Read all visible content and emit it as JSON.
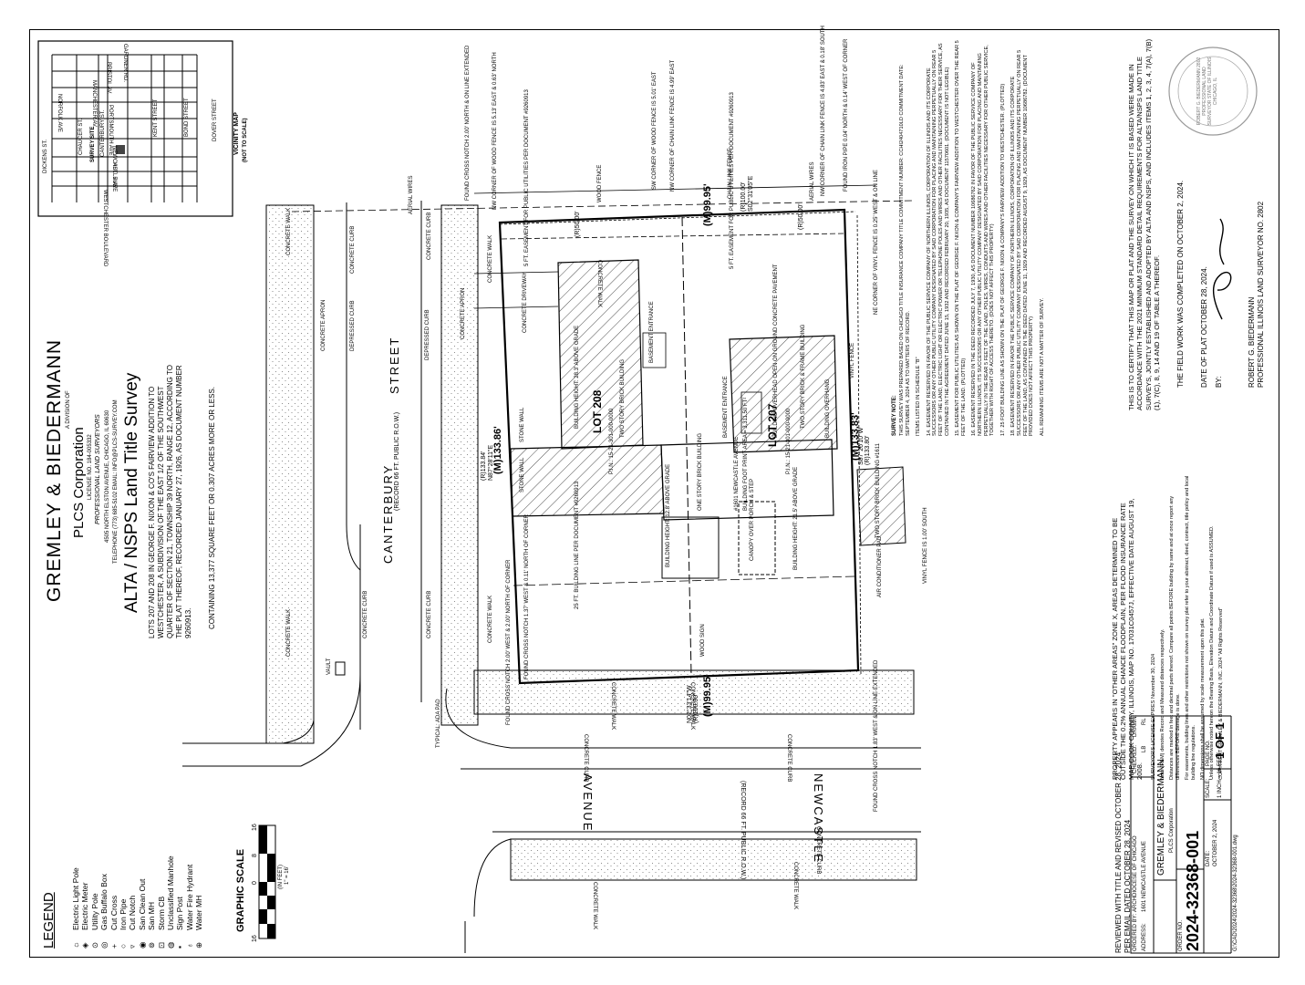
{
  "firm": {
    "name": "GREMLEY & BIEDERMANN",
    "division": "A DIVISION OF",
    "corp": "PLCS Corporation",
    "license": "LICENSE NO. 184-005332",
    "profession": "PROFESSIONAL LAND SURVEYORS",
    "address": "4505 NORTH ELSTON AVENUE, CHICAGO, IL 60630",
    "contact": "TELEPHONE (773) 685-5102   EMAIL: INFO@PLCS-SURVEY.COM"
  },
  "survey": {
    "title": "ALTA / NSPS Land Title Survey",
    "legal": [
      "LOTS 207 AND 208 IN GEORGE F. NIXON & CO'S FAIRVIEW ADDITION TO",
      "WESTCHESTER, A SUBDIVISION OF THE EAST 1/2 OF THE SOUTHWEST",
      "QUARTER OF SECTION 21, TOWNSHIP 39 NORTH, RANGE 12, ACCORDING TO",
      "THE PLAT THEREOF, RECORDED JANUARY 27, 1926, AS DOCUMENT NUMBER",
      "9260913."
    ],
    "area": "CONTAINING 13,377 SQUARE FEET OR 0.307 ACRES MORE OR LESS."
  },
  "vicinity": {
    "title": "VICINITY MAP",
    "subtitle": "(NOT TO SCALE)",
    "streets": [
      "GARDNER RD.",
      "BRISTOL AV.",
      "MANCHESTER AV.",
      "NORFOLK AVE",
      "PORTSMOUTH AVE",
      "NEWCASTLE AVE",
      "HULL AVE",
      "WESTCHESTER BOULEVARD",
      "DICKENS ST.",
      "CHAUCER ST.",
      "CANTERBURY ST.",
      "KENT STREET",
      "BOND STREET",
      "DOVER STREET"
    ],
    "site": "SURVEY SITE"
  },
  "streets": {
    "canterbury": "CANTERBURY",
    "canterbury_row": "(RECORD 66 FT. PUBLIC R.O.W.)",
    "street": "STREET",
    "newcastle": "NEWCASTLE",
    "newcastle_row": "(RECORD 66 FT. PUBLIC R.O.W.)",
    "avenue": "AVENUE"
  },
  "plan": {
    "lot208": "LOT 208",
    "lot207": "LOT 207",
    "pin208": "P.I.N.: 15-21-301-000-0000",
    "pin207": "P.I.N.: 15-21-301-000-0000",
    "bldg208": "TWO STORY BRICK BUILDING",
    "bldg207": "TWO STORY BRICK & FRAME BUILDING",
    "onestory": "ONE STORY BRICK BUILDING",
    "address": "#1601 NEWCASTLE AVENUE",
    "footprint": "BUILDING FOOT PRINT AREA = 3,311.50 FT²",
    "height1": "BUILDING HEIGHT: 28.3' ABOVE GRADE",
    "height2": "BUILDING HEIGHT: 21.5' ABOVE GRADE",
    "height3": "BUILDING HEIGHT: 12.8' ABOVE GRADE",
    "dim_north_m": "(M)99.95'",
    "dim_north_r": "(R)100.00'",
    "bearing_north": "S02°31'05\"E",
    "dim_south_m": "(M)99.95'",
    "dim_south_r": "(R)100.00'",
    "bearing_south": "N02°33'14\"W",
    "dim_west_m": "(M)133.86'",
    "dim_west_r": "(R)133.84'",
    "bearing_west": "N87°28'11\"E",
    "dim_east_m": "(M)133.83'",
    "dim_east_r": "(R)133.80'",
    "bearing_east": "S87°26'10\"W",
    "r50": "(R)50.00'",
    "easement1": "5 FT. EASEMENT FOR PUBLIC UTILITIES PER DOCUMENT #9260913",
    "easement2": "25 FT. BUILDING LINE PER DOCUMENT #9260913",
    "wood_fence": "WOOD FENCE",
    "chain_fence": "CHAIN LINK FENCE",
    "vinyl_fence": "VINYL FENCE",
    "aerial": "AERIAL WIRES",
    "concrete_walk": "CONCRETE WALK",
    "concrete_curb": "CONCRETE CURB",
    "depressed_curb": "DEPRESSED CURB",
    "concrete_apron": "CONCRETE APRON",
    "driveway": "CONCRETE DRIVEWAY",
    "basement": "BASEMENT ENTRANCE",
    "stone_wall": "STONE WALL",
    "canopy": "CANOPY OVER PORCH & STEP",
    "wood_sign": "WOOD SIGN",
    "air_cond": "AIR CONDITIONER PAD",
    "vault": "VAULT",
    "ada": "TYPICAL: ADA PAD",
    "adjacent": "TWO STORY BRICK BUILDING #1611",
    "building_overhang": "BUILDING OVERHANG",
    "basement2": "BASEMENT ENTRANCE",
    "overhead": "BUILDING OVERHEAD OPEN ON GROUND CONCRETE PAVEMENT",
    "notch_nw": "FOUND CROSS NOTCH 2.00' NORTH & ON LINE EXTENDED",
    "notch_sw": "FOUND CROSS NOTCH 2.00' WEST & 2.00' NORTH OF CORNER",
    "notch_s": "FOUND CROSS NOTCH 1.37' WEST & 0.11' NORTH OF CORNER",
    "notch_se": "FOUND CROSS NOTCH 1.83' WEST & ON LINE EXTENDED",
    "fence_nw": "NW CORNER OF WOOD FENCE IS 5.13' EAST & 0.63' NORTH",
    "fence_sw": "SW CORNER OF WOOD FENCE IS 5.01' EAST",
    "fence_cl": "NW CORNER OF CHAIN LINK FENCE IS 4.99' EAST",
    "fence_ne": "NW CORNER OF CHAIN LINK FENCE IS 4.83' EAST & 0.18' SOUTH",
    "pipe": "FOUND IRON PIPE 0.04' NORTH & 0.14' WEST OF CORNER",
    "vinyl_note": "NE CORNER OF VINYL FENCE IS 0.25' WEST & ON LINE",
    "vinyl_note2": "VINYL FENCE IS 1.00' SOUTH"
  },
  "notes": {
    "title": "SURVEY NOTE:",
    "items": [
      "THIS SURVEY WAS PREPARED BASED ON CHICAGO TITLE INSURANCE COMPANY TITLE COMMITMENT NUMBER: CCHI2404710LD COMMITMENT DATE: SEPTEMBER 4, 2024 AS TO MATTERS OF RECORD.",
      "ITEMS LISTED IN SCHEDULE \"B\"",
      "14. EASEMENT RESERVED IN FAVOR OF THE PUBLIC SERVICE COMPANY OF NORTHERN ILLINOIS, CORPORATION OF ILLINOIS AND ITS CORPORATE SUCCESSORS OR ANY OTHER PUBLIC UTILITY COMPANY DESIGNATED BY SAID CORPORATION FOR PLACING AND MAINTAINING PERPETUALLY ON REAR 5 FEET OF THE LAND, ELECTRIC LIGHT OR ELECTRIC POWER OR TELEPHONE POLES AND WIRES AND OTHER FACILITIES NECESSARY FOR THEIR SERVICE, AS CONTAINED IN THE AGREEMENT DATED JUNE 15, 1932 AND RECORDED FEBRUARY 20, 1935, AS DOCUMENT 11570601. (DOCUMENT IS NOT LEGIBLE)",
      "15. EASEMENT FOR PUBLIC UTILITIES AS SHOWN ON THE PLAT OF GEORGE F. NIXON & COMPANY'S FAIRVIEW ADDITION TO WESTCHESTER OVER THE REAR 5 FEET OF THE LAND. (PLOTTED)",
      "16. EASEMENT RESERVED IN THE DEED RECORDED JULY 7, 1930, AS DOCUMENT NUMBER 10686762 IN FAVOR OF THE PUBLIC SERVICE COMPANY OF NORTHERN ILLINOIS, ITS SUCCESSORS OR ANY OTHER PUBLIC UTILITY COMPANY DESIGNATED BY SAID CORPORATION FOR PLACING AND MAINTAINING PERPETUALLY IN THE REAR 5 FEET OF THE LAND, POLES, WIRES, CONDUITS AND WIRES AND OTHER FACILITIES NECESSARY FOR OTHER PUBLIC SERVICE, TOGETHER WITH RIGHT OF ACCESS THERETO. (DOES NOT AFFECT THIS PROPERTY)",
      "17. 25 FOOT BUILDING LINE AS SHOWN ON THE PLAT OF GEORGE F. NIXON & COMPANY'S FAIRVIEW ADDITION TO WESTCHESTER. (PLOTTED)",
      "18. EASEMENT RESERVED IN FAVOR THE PUBLIC SERVICE COMPANY OF NORTHERN ILLINOIS, CORPORATION OF ILLINOIS AND ITS CORPORATE SUCCESSORS OR ANY OTHER PUBLIC UTILITY COMPANY DESIGNATED BY SAID CORPORATION FOR PLACING AND MAINTAINING PERPETUALLY ON REAR 5 FEET OF THE LAND, AS CONTAINED IN THE DEED DATED JUNE 11, 1929 AND RECORDED AUGUST 9, 1929, AS DOCUMENT NUMBER 10686782. (DOCUMENT PROVIDED DOES NOT AFFECT THIS PROPERTY)",
      "ALL REMAINING ITEMS ARE NOT A MATTER OF SURVEY."
    ]
  },
  "flood": "PROPERTY APPEARS IN \"OTHER AREAS\" ZONE X, AREAS DETERMINED TO BE OUTSIDE THE 0.2% ANNUAL CHANCE FLOODPLAIN, PER FLOOD INSURANCE RATE MAP COOK COUNTY, ILLINOIS, MAP NO. 17031C0457J, EFFECTIVE DATE AUGUST 19, 2008.",
  "disclaimers": [
    "SURVEYOR'S LICENSE EXPIRES November 30, 2024",
    "Note (R&M) denotes Record and Measured distances respectively.",
    "Distances are marked in feet and decimal parts thereof. Compare all points BEFORE building by same and at once report any differences BEFORE damage is done.",
    "For easements, building lines and other restrictions not shown on survey plat refer to your abstract, deed, contract, title policy and local building line regulations.",
    "NO dimensions shall be assumed by scale measurement upon this plat.",
    "Unless otherwise noted hereon the Bearing Basis, Elevation Datum and Coordinate Datum if used is ASSUMED.",
    "COPYRIGHT GREMLEY & BIEDERMANN, INC. 2024 \"All Rights Reserved\""
  ],
  "certification": {
    "text": "THIS IS TO CERTIFY THAT THIS MAP OR PLAT AND THE SURVEY ON WHICH IT IS BASED WERE MADE IN ACCORDANCE WITH THE 2021 MINIMUM STANDARD DETAIL REQUIREMENTS FOR ALTA/NSPS LAND TITLE SURVEYS, JOINTLY ESTABLISHED AND ADOPTED BY ALTA AND NSPS, AND INCLUDES ITEMS 1, 2, 3, 4, 7(A), 7(B)(1), 7(C), 8, 9, 14 AND 19 OF TABLE A THEREOF.",
    "fieldwork": "THE FIELD WORK WAS COMPLETED ON OCTOBER 2, 2024.",
    "date_plat": "DATE OF PLAT OCTOBER 28, 2024.",
    "by": "BY:",
    "surveyor": "ROBERT G. BIEDERMANN",
    "license": "PROFESSIONAL ILLINOIS LAND SURVEYOR NO. 2802",
    "seal": "ROBERT G. BIEDERMANN 2802 PROFESSIONAL LAND SURVEYOR STATE OF ILLINOIS CHICAGO, IL"
  },
  "revision": {
    "line1": "REVIEWED WITH TITLE AND REVISED OCTOBER 28, 2024",
    "line2": "PER EMAIL DATED OCTOBER 28, 2024"
  },
  "titleblock": {
    "ordered_by_label": "ORDERED BY:",
    "ordered_by": "ARCHDIOCESE OF CHICAGO",
    "address_label": "ADDRESS:",
    "address": "1601 NEWCASTLE AVENUE",
    "checked_label": "CHECKED:",
    "checked": "LB",
    "drawn_label": "DRAWN:",
    "drawn": "RL",
    "order_label": "ORDER NO.",
    "order_no": "2024-32368-001",
    "date_label": "DATE:",
    "date": "OCTOBER 2, 2024",
    "scale_label": "SCALE:",
    "scale": "1 INCH = 16 FEET",
    "page_label": "PAGE NO.",
    "page": "1 OF 1",
    "path": "G:\\CAD\\2024\\2024-32368\\2024-32368-001.dwg"
  },
  "legend": {
    "title": "LEGEND",
    "items": [
      {
        "sym": "☼",
        "label": "Electric Light Pole"
      },
      {
        "sym": "◈",
        "label": "Electric Meter"
      },
      {
        "sym": "⊙",
        "label": "Utility Pole"
      },
      {
        "sym": "◎",
        "label": "Gas Buffalo Box"
      },
      {
        "sym": "+",
        "label": "Cut Cross"
      },
      {
        "sym": "○",
        "label": "Iron Pipe"
      },
      {
        "sym": "▿",
        "label": "Cut Notch"
      },
      {
        "sym": "◉",
        "label": "San Clean Out"
      },
      {
        "sym": "⊚",
        "label": "San MH"
      },
      {
        "sym": "⊡",
        "label": "Storm CB"
      },
      {
        "sym": "◍",
        "label": "Unclassified Manhole"
      },
      {
        "sym": "▪",
        "label": "Sign Post"
      },
      {
        "sym": "♁",
        "label": "Water Fire Hydrant"
      },
      {
        "sym": "⊕",
        "label": "Water MH"
      }
    ]
  },
  "graphic_scale": {
    "title": "GRAPHIC SCALE",
    "ticks": [
      "16",
      "8",
      "0",
      "16"
    ],
    "unit": "(IN FEET)",
    "ratio": "1\" = 16'"
  }
}
